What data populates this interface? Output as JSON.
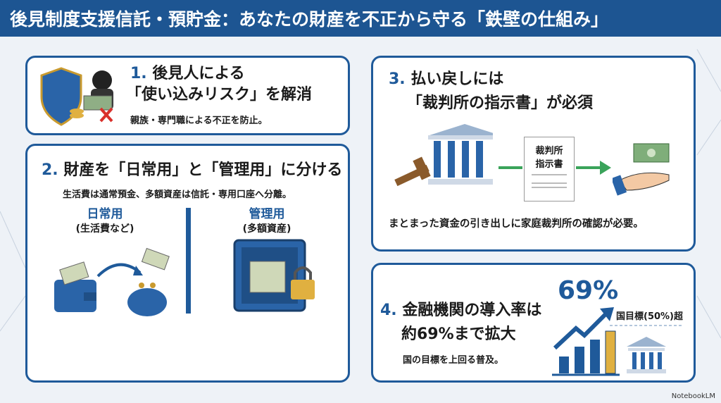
{
  "header": {
    "title": "後見制度支援信託・預貯金：あなたの財産を不正から守る「鉄壁の仕組み」"
  },
  "card1": {
    "num": "1.",
    "title_line1": "後見人による",
    "title_line2": "「使い込みリスク」を解消",
    "subtitle": "親族・専門職による不正を防止。"
  },
  "card2": {
    "num": "2.",
    "title": "財産を「日常用」と「管理用」に分ける",
    "subtitle": "生活費は通常預金、多額資産は信託・専用口座へ分離。",
    "left_label": "日常用",
    "left_note": "(生活費など)",
    "right_label": "管理用",
    "right_note": "(多額資産)"
  },
  "card3": {
    "num": "3.",
    "title_line1": "払い戻しには",
    "title_line2": "「裁判所の指示書」が必須",
    "doc_label_line1": "裁判所",
    "doc_label_line2": "指示書",
    "subtitle": "まとまった資金の引き出しに家庭裁判所の確認が必要。"
  },
  "card4": {
    "num": "4.",
    "title_line1": "金融機関の導入率は",
    "title_line2": "約69%まで拡大",
    "subtitle": "国の目標を上回る普及。",
    "big_value": "69%",
    "target_label": "国目標(50%)超"
  },
  "footer": {
    "brand": "NotebookLM"
  },
  "colors": {
    "primary": "#1f5a9a",
    "accent": "#e0b040",
    "arrow_green": "#3aa35a",
    "red": "#d9302b"
  }
}
